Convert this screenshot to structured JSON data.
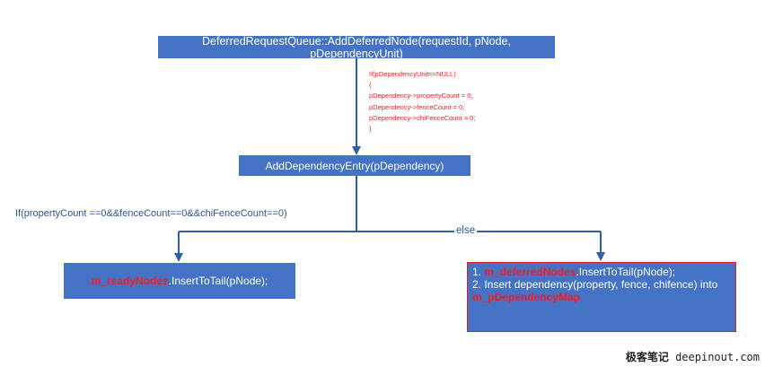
{
  "nodes": {
    "top": "DeferredRequestQueue::AddDeferredNode(requestId, pNode, pDependencyUnit)",
    "dependency": "AddDependencyEntry(pDependency)",
    "ready": {
      "var": "m_readyNodes",
      "call": ".InsertToTail(pNode);"
    },
    "deferred": {
      "line1_prefix": "1. ",
      "line1_var": "m_deferredNodes",
      "line1_call": ".InsertToTail(pNode);",
      "line2": "2. Insert dependency(property, fence, chifence) into",
      "line3_var": "m_pDependencyMap"
    }
  },
  "code_annotation": [
    "If(pDependencyUnit==NULL)",
    "{",
    "    pDependency->propertyCount = 0;",
    "    pDependency->fenceCount = 0;",
    "    pDependency->chiFenceCount = 0;",
    "}"
  ],
  "labels": {
    "condition": "If(propertyCount ==0&&fenceCount==0&&chiFenceCount==0)",
    "else": "else"
  },
  "watermark": {
    "cn": "极客笔记",
    "site": " deepinout.com"
  },
  "colors": {
    "box_fill": "#4472c4",
    "arrow": "#2e5ea8",
    "highlight_text": "#ff1a1a",
    "border_red": "#e02020"
  }
}
